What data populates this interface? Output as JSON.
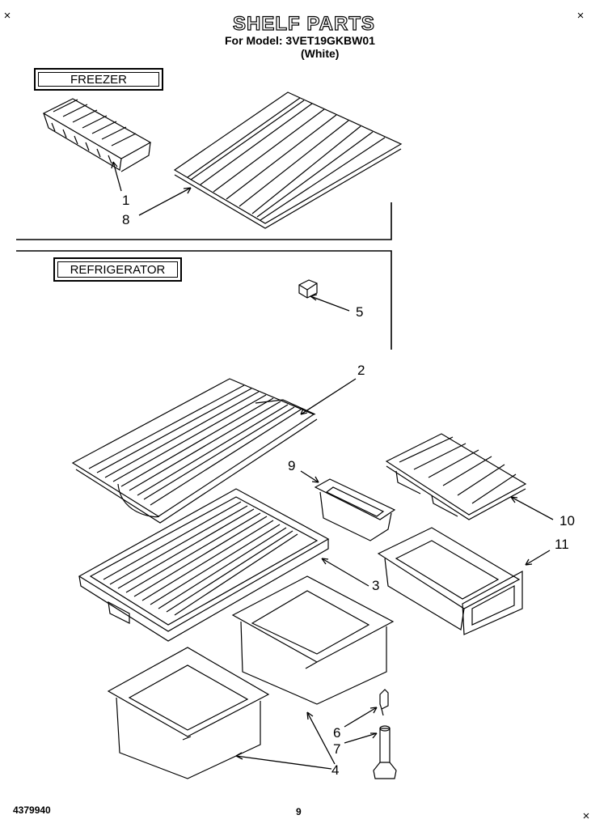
{
  "header": {
    "title": "SHELF PARTS",
    "model_line": "For Model: 3VET19GKBW01",
    "color_line": "(White)"
  },
  "sections": {
    "freezer_label": "FREEZER",
    "refrigerator_label": "REFRIGERATOR"
  },
  "callouts": {
    "n1": "1",
    "n2": "2",
    "n3": "3",
    "n4": "4",
    "n5": "5",
    "n6": "6",
    "n7": "7",
    "n8": "8",
    "n9": "9",
    "n10": "10",
    "n11": "11"
  },
  "footer": {
    "part_number": "4379940",
    "page_number": "9"
  }
}
